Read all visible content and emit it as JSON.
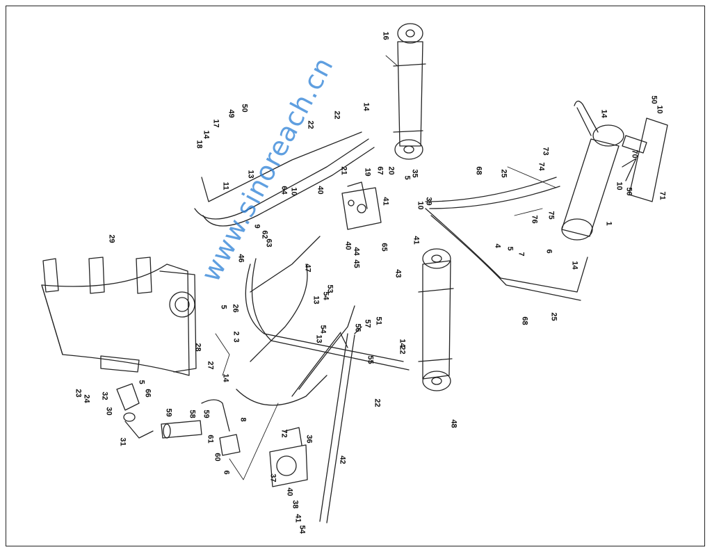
{
  "watermark": {
    "text": "www.sinoreach.cn",
    "color": "#2a7fd6"
  },
  "callouts": [
    {
      "id": "c16a",
      "text": "16"
    },
    {
      "id": "c50a",
      "text": "50"
    },
    {
      "id": "c49",
      "text": "49"
    },
    {
      "id": "c22a",
      "text": "22"
    },
    {
      "id": "c14a",
      "text": "14"
    },
    {
      "id": "c22b",
      "text": "22"
    },
    {
      "id": "c17",
      "text": "17"
    },
    {
      "id": "c14b",
      "text": "14"
    },
    {
      "id": "c18",
      "text": "18"
    },
    {
      "id": "c13a",
      "text": "13"
    },
    {
      "id": "c11",
      "text": "11"
    },
    {
      "id": "c21",
      "text": "21"
    },
    {
      "id": "c19",
      "text": "19"
    },
    {
      "id": "c67",
      "text": "67"
    },
    {
      "id": "c20",
      "text": "20"
    },
    {
      "id": "c35",
      "text": "35"
    },
    {
      "id": "c5a",
      "text": "5"
    },
    {
      "id": "c40a",
      "text": "40"
    },
    {
      "id": "c10a",
      "text": "10"
    },
    {
      "id": "c64",
      "text": "64"
    },
    {
      "id": "c41a",
      "text": "41"
    },
    {
      "id": "c39",
      "text": "39"
    },
    {
      "id": "c10b",
      "text": "10"
    },
    {
      "id": "c9",
      "text": "9"
    },
    {
      "id": "c62",
      "text": "62"
    },
    {
      "id": "c63",
      "text": "63"
    },
    {
      "id": "c40b",
      "text": "40"
    },
    {
      "id": "c44",
      "text": "44"
    },
    {
      "id": "c45",
      "text": "45"
    },
    {
      "id": "c65",
      "text": "65"
    },
    {
      "id": "c41b",
      "text": "41"
    },
    {
      "id": "c46",
      "text": "46"
    },
    {
      "id": "c47",
      "text": "47"
    },
    {
      "id": "c43",
      "text": "43"
    },
    {
      "id": "c68a",
      "text": "68"
    },
    {
      "id": "c25a",
      "text": "25"
    },
    {
      "id": "c73",
      "text": "73"
    },
    {
      "id": "c74",
      "text": "74"
    },
    {
      "id": "c14c",
      "text": "14"
    },
    {
      "id": "c50b",
      "text": "50"
    },
    {
      "id": "c10c",
      "text": "10"
    },
    {
      "id": "c70",
      "text": "70"
    },
    {
      "id": "c10d",
      "text": "10"
    },
    {
      "id": "c50c",
      "text": "50"
    },
    {
      "id": "c71",
      "text": "71"
    },
    {
      "id": "c75",
      "text": "75"
    },
    {
      "id": "c76",
      "text": "76"
    },
    {
      "id": "c1",
      "text": "1"
    },
    {
      "id": "c4",
      "text": "4"
    },
    {
      "id": "c5b",
      "text": "5"
    },
    {
      "id": "c7",
      "text": "7"
    },
    {
      "id": "c6a",
      "text": "6"
    },
    {
      "id": "c14d",
      "text": "14"
    },
    {
      "id": "c68b",
      "text": "68"
    },
    {
      "id": "c25b",
      "text": "25"
    },
    {
      "id": "c29",
      "text": "29"
    },
    {
      "id": "c5c",
      "text": "5"
    },
    {
      "id": "c26",
      "text": "26"
    },
    {
      "id": "c13b",
      "text": "13"
    },
    {
      "id": "c53",
      "text": "53"
    },
    {
      "id": "c54a",
      "text": "54"
    },
    {
      "id": "c57",
      "text": "57"
    },
    {
      "id": "c56",
      "text": "56"
    },
    {
      "id": "c51",
      "text": "51"
    },
    {
      "id": "c2",
      "text": "2"
    },
    {
      "id": "c3",
      "text": "3"
    },
    {
      "id": "c28",
      "text": "28"
    },
    {
      "id": "c27",
      "text": "27"
    },
    {
      "id": "c13c",
      "text": "13"
    },
    {
      "id": "c54b",
      "text": "54"
    },
    {
      "id": "c55",
      "text": "55"
    },
    {
      "id": "c14e",
      "text": "14"
    },
    {
      "id": "c22c",
      "text": "22"
    },
    {
      "id": "c14f",
      "text": "14"
    },
    {
      "id": "c22d",
      "text": "22"
    },
    {
      "id": "c48",
      "text": "48"
    },
    {
      "id": "c23",
      "text": "23"
    },
    {
      "id": "c24",
      "text": "24"
    },
    {
      "id": "c32",
      "text": "32"
    },
    {
      "id": "c5d",
      "text": "5"
    },
    {
      "id": "c66",
      "text": "66"
    },
    {
      "id": "c30",
      "text": "30"
    },
    {
      "id": "c31",
      "text": "31"
    },
    {
      "id": "c59a",
      "text": "59"
    },
    {
      "id": "c58",
      "text": "58"
    },
    {
      "id": "c59b",
      "text": "59"
    },
    {
      "id": "c61",
      "text": "61"
    },
    {
      "id": "c60",
      "text": "60"
    },
    {
      "id": "c6b",
      "text": "6"
    },
    {
      "id": "c8",
      "text": "8"
    },
    {
      "id": "c72",
      "text": "72"
    },
    {
      "id": "c36",
      "text": "36"
    },
    {
      "id": "c37",
      "text": "37"
    },
    {
      "id": "c40c",
      "text": "40"
    },
    {
      "id": "c38",
      "text": "38"
    },
    {
      "id": "c41c",
      "text": "41"
    },
    {
      "id": "c54c",
      "text": "54"
    },
    {
      "id": "c42",
      "text": "42"
    }
  ]
}
